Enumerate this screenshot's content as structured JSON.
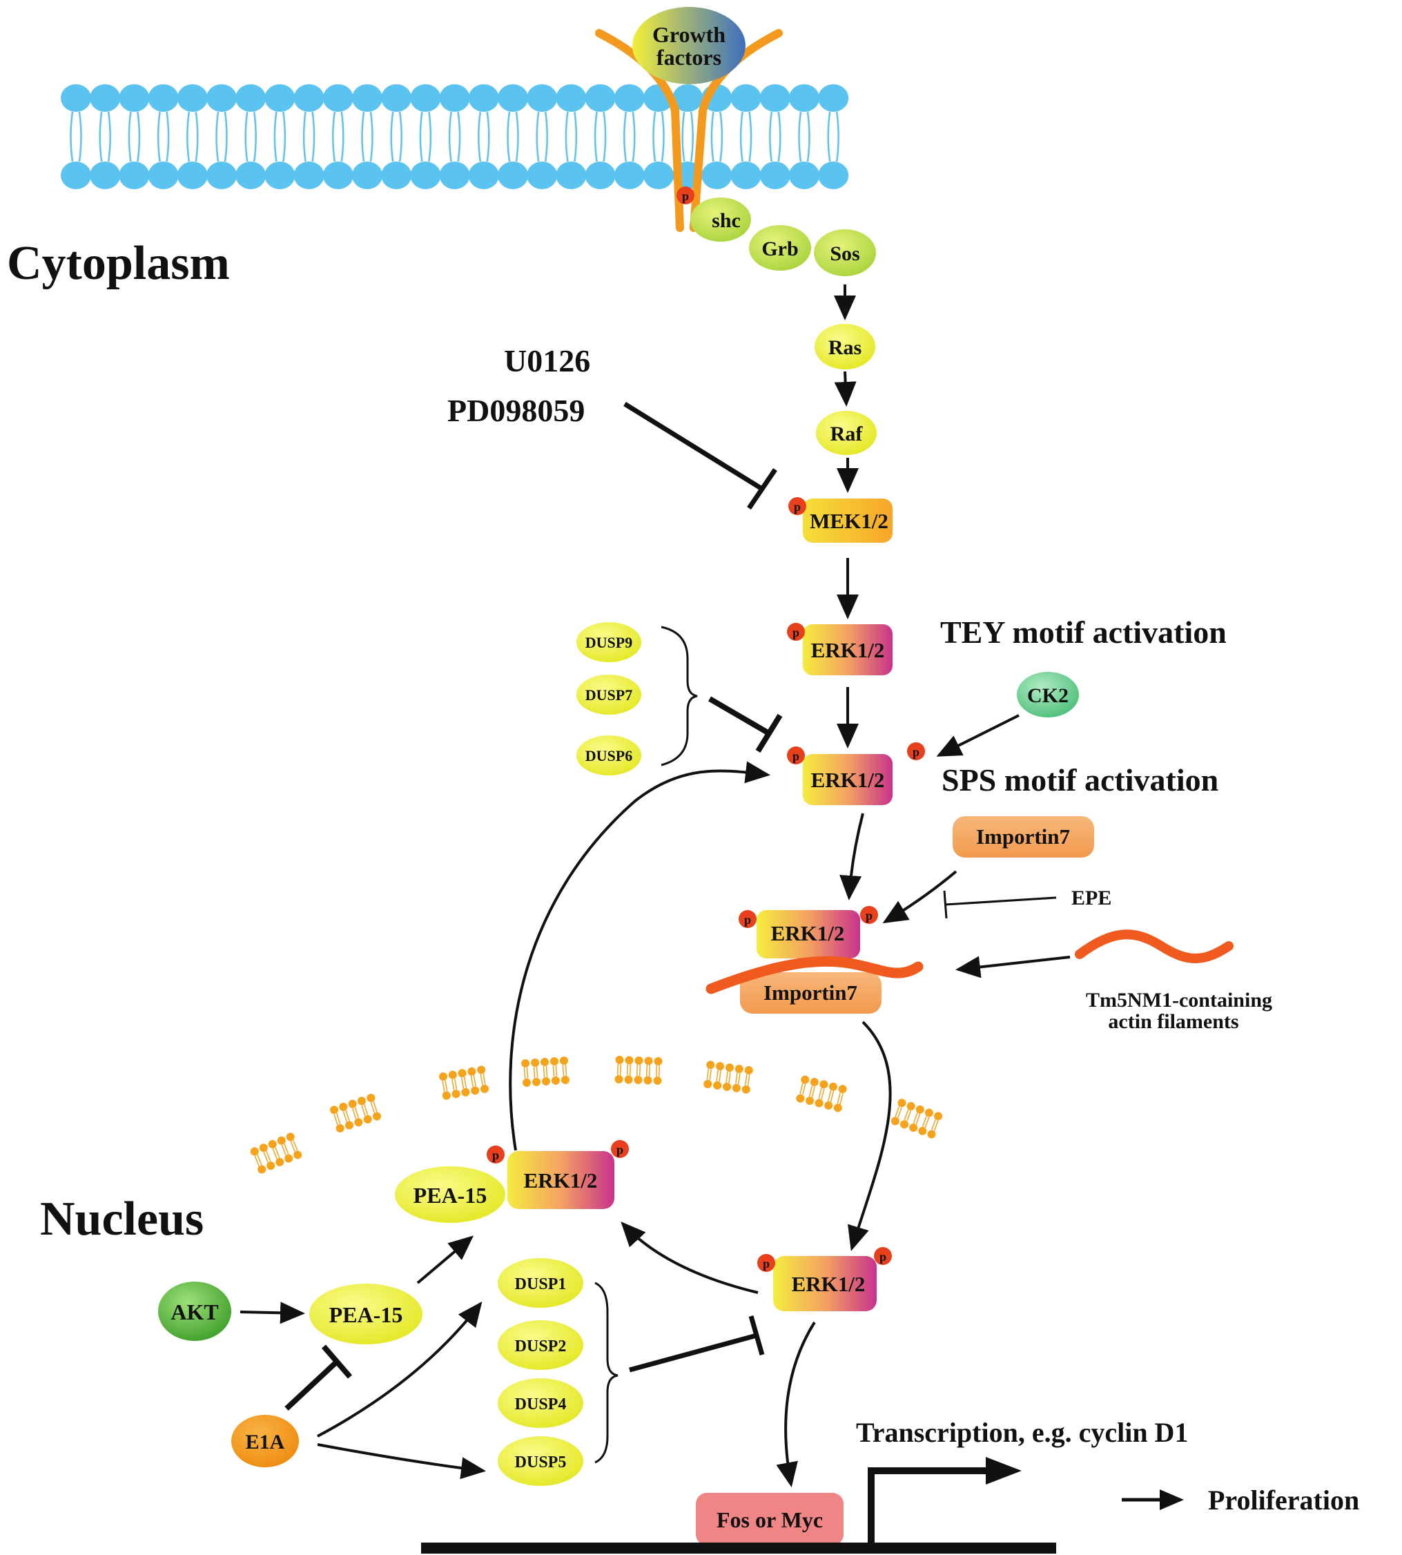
{
  "regions": {
    "cytoplasm": "Cytoplasm",
    "nucleus": "Nucleus"
  },
  "nodes": {
    "growth_factors": "Growth factors",
    "shc": "shc",
    "grb": "Grb",
    "sos": "Sos",
    "ras": "Ras",
    "raf": "Raf",
    "mek": "MEK1/2",
    "erk_tey": "ERK1/2",
    "erk_sps": "ERK1/2",
    "erk_importin": "ERK1/2",
    "importin7_complex": "Importin7",
    "importin7_free": "Importin7",
    "erk_nucleus": "ERK1/2",
    "erk_pea15": "ERK1/2",
    "pea15_bound": "PEA-15",
    "pea15_free": "PEA-15",
    "ck2": "CK2",
    "epe": "EPE",
    "akt": "AKT",
    "e1a": "E1A",
    "dusp9": "DUSP9",
    "dusp7": "DUSP7",
    "dusp6": "DUSP6",
    "dusp1": "DUSP1",
    "dusp2": "DUSP2",
    "dusp4": "DUSP4",
    "dusp5": "DUSP5",
    "fos_myc": "Fos or Myc",
    "phospho": "p"
  },
  "labels": {
    "inhibitor_1": "U0126",
    "inhibitor_2": "PD098059",
    "tey": "TEY motif activation",
    "sps": "SPS motif activation",
    "actin_1": "Tm5NM1-containing",
    "actin_2": "actin filaments",
    "transcription": "Transcription, e.g. cyclin D1",
    "proliferation": "Proliferation"
  },
  "colors": {
    "membrane": "#5bc3f0",
    "nuclear_membrane": "#f7a21b",
    "receptor": "#f39a1e",
    "actin": "#f05a1e",
    "phospho": "#e8401c",
    "green_protein": "#c9e356",
    "yellow_protein": "#f4f24a",
    "orange_protein": "#f7a95a",
    "ck2": "#6fcf97",
    "akt": "#5db535",
    "e1a": "#f39117",
    "fos_myc": "#f07b7b"
  }
}
